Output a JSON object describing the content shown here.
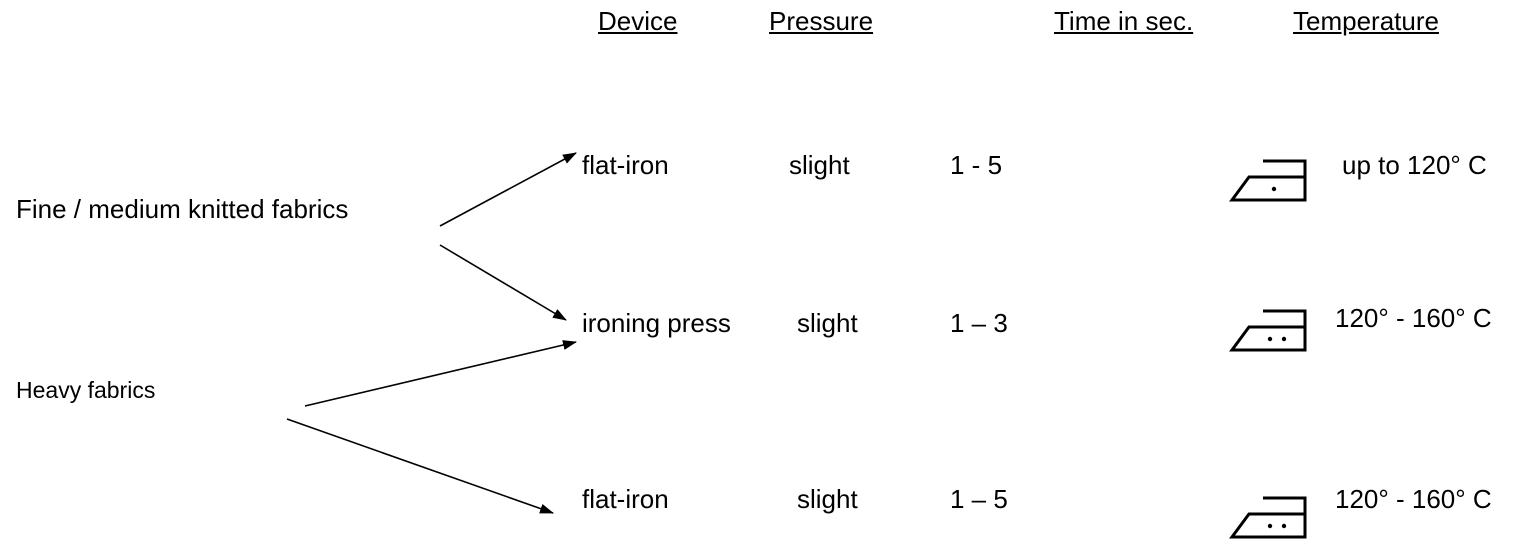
{
  "headers": {
    "device": "Device",
    "pressure": "Pressure",
    "time": "Time in sec.",
    "temperature": "Temperature"
  },
  "sources": {
    "fine": "Fine / medium knitted fabrics",
    "heavy": "Heavy fabrics"
  },
  "rows": [
    {
      "device": "flat-iron",
      "pressure": "slight",
      "time": "1 - 5",
      "temperature": "up to 120° C",
      "iron_dots": 1,
      "icon": "iron-one-dot-icon"
    },
    {
      "device": "ironing press",
      "pressure": "slight",
      "time": "1 – 3",
      "temperature": "120° - 160° C",
      "iron_dots": 2,
      "icon": "iron-two-dots-icon"
    },
    {
      "device": "flat-iron",
      "pressure": "slight",
      "time": "1 – 5",
      "temperature": "120° - 160° C",
      "iron_dots": 2,
      "icon": "iron-two-dots-icon"
    }
  ]
}
